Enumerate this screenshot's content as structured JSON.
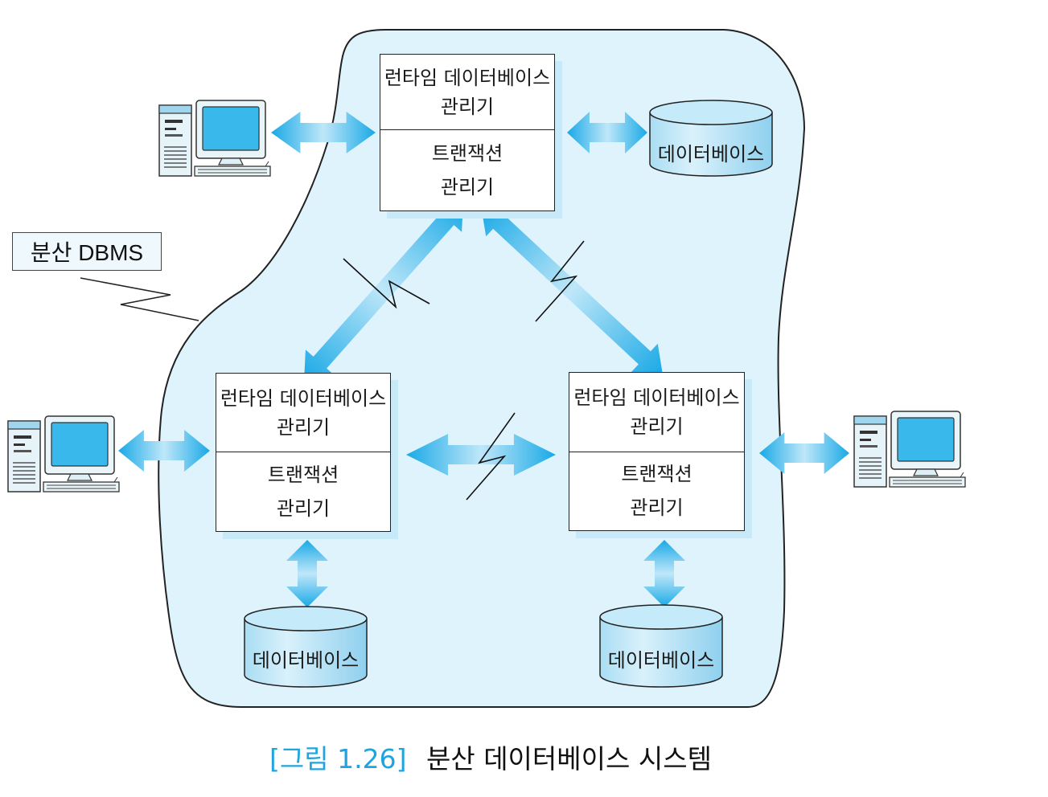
{
  "diagram": {
    "system_label": "분산 DBMS",
    "nodes": {
      "top": {
        "runtime_line1": "런타임 데이터베이스",
        "runtime_line2": "관리기",
        "tx_line1": "트랜잭션",
        "tx_line2": "관리기"
      },
      "left": {
        "runtime_line1": "런타임 데이터베이스",
        "runtime_line2": "관리기",
        "tx_line1": "트랜잭션",
        "tx_line2": "관리기"
      },
      "right": {
        "runtime_line1": "런타임 데이터베이스",
        "runtime_line2": "관리기",
        "tx_line1": "트랜잭션",
        "tx_line2": "관리기"
      }
    },
    "databases": {
      "top": "데이터베이스",
      "left": "데이터베이스",
      "right": "데이터베이스"
    },
    "colors": {
      "region": "#dff3fc",
      "arrow": "#19a9e6",
      "shadow": "#c7e9f8",
      "caption_accent": "#1fa4dd"
    }
  },
  "caption": {
    "figure_number": "[그림 1.26]",
    "title": "분산 데이터베이스 시스템"
  }
}
